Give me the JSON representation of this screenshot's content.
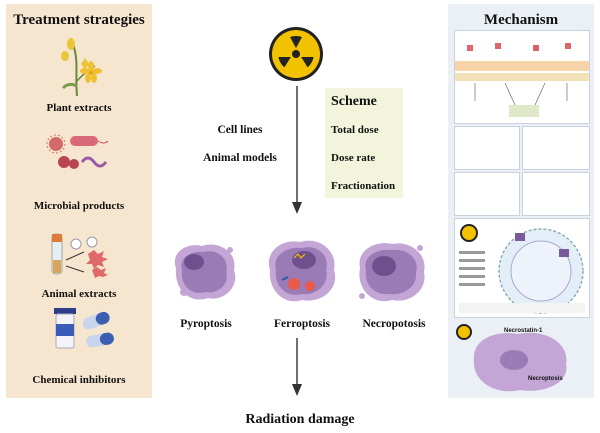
{
  "left_panel": {
    "title": "Treatment strategies",
    "items": [
      {
        "label": "Plant extracts",
        "icon": "plant-icon"
      },
      {
        "label": "Microbial products",
        "icon": "microbe-icon"
      },
      {
        "label": "Animal extracts",
        "icon": "animal-extract-icon"
      },
      {
        "label": "Chemical inhibitors",
        "icon": "pills-icon"
      }
    ]
  },
  "center": {
    "models": [
      "Cell lines",
      "Animal models"
    ],
    "scheme": {
      "title": "Scheme",
      "items": [
        "Total dose",
        "Dose rate",
        "Fractionation"
      ]
    },
    "death_types": [
      "Pyroptosis",
      "Ferroptosis",
      "Necropotosis"
    ],
    "outcome": "Radiation damage"
  },
  "right_panel": {
    "title": "Mechanism",
    "necro_labels": [
      "Necrostatin-1",
      "Necroptosis"
    ]
  },
  "colors": {
    "left_bg": "#f6e6d0",
    "right_bg": "#eaf0f6",
    "scheme_bg": "#f2f5dc",
    "radiation_yellow": "#f2c200",
    "cell_purple": "#9b7bb5"
  }
}
